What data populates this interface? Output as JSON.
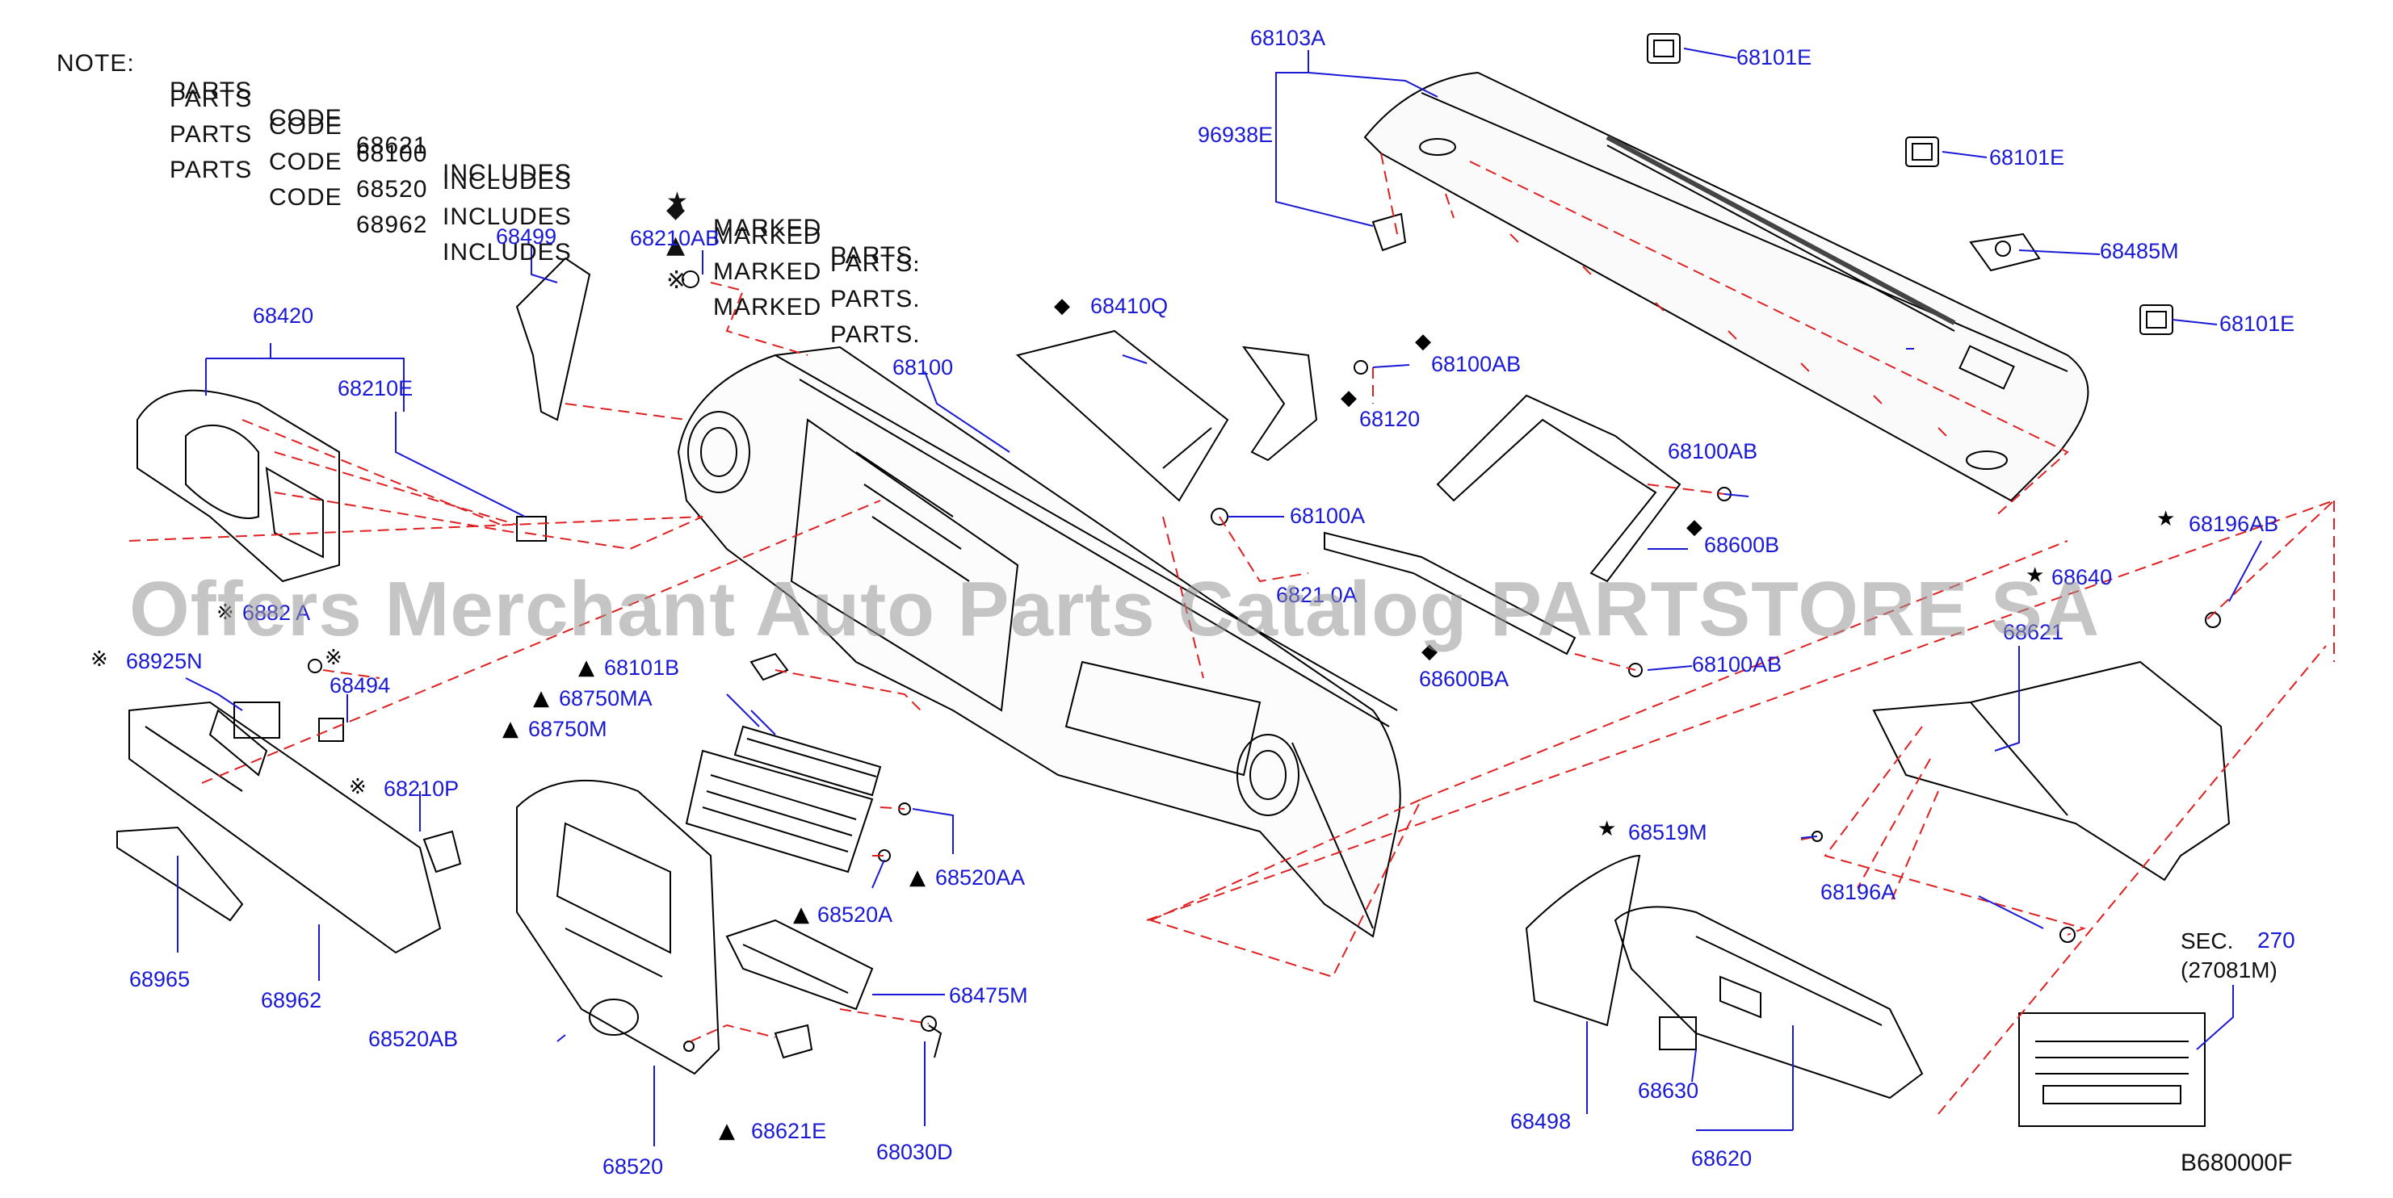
{
  "note": {
    "lead": "NOTE:",
    "rows": [
      {
        "prefix": "PARTS",
        "word": "CODE",
        "code": "68621",
        "verb": "INCLUDES",
        "symbol": "★",
        "suffix": "MARKED",
        "end": "PARTS."
      },
      {
        "prefix": "PARTS",
        "word": "CODE",
        "code": "68100",
        "verb": "INCLUDES",
        "symbol": "◆",
        "suffix": "MARKED",
        "end": "PARTS."
      },
      {
        "prefix": "PARTS",
        "word": "CODE",
        "code": "68520",
        "verb": "INCLUDES",
        "symbol": "▲",
        "suffix": "MARKED",
        "end": "PARTS."
      },
      {
        "prefix": "PARTS",
        "word": "CODE",
        "code": "68962",
        "verb": "INCLUDES",
        "symbol": "※",
        "suffix": "MARKED",
        "end": "PARTS."
      }
    ]
  },
  "watermark": "Offers Merchant Auto Parts Catalog PARTSTORE SA",
  "symbols": {
    "star": "★",
    "diamond": "◆",
    "triangle": "▲",
    "kome": "※"
  },
  "colors": {
    "label": "#1a1ad6",
    "line": "#000000",
    "leader": "#e02020"
  },
  "labels": {
    "p68103A": "68103A",
    "p96938E": "96938E",
    "p68101E_1": "68101E",
    "p68101E_2": "68101E",
    "p68101E_3": "68101E",
    "p68485M": "68485M",
    "p68499": "68499",
    "p68210AB": "68210AB",
    "p68410Q": "68410Q",
    "p68100": "68100",
    "p68100AB_1": "68100AB",
    "p68120": "68120",
    "p68420": "68420",
    "p68210E": "68210E",
    "p68100AB_2": "68100AB",
    "p68100A": "68100A",
    "p68600B": "68600B",
    "p68196AB": "68196AB",
    "p68640": "68640",
    "p68621": "68621",
    "p6821A": "6882 A",
    "p68925N": "68925N",
    "p68494": "68494",
    "p68101B": "68101B",
    "p68750MA": "68750MA",
    "p68750M": "68750M",
    "p68210P": "68210P",
    "p68210A": "6821 0A",
    "p68600BA": "68600BA",
    "p68100AB_3": "68100AB",
    "p68519M": "68519M",
    "p68196A": "68196A",
    "p68520AA": "68520AA",
    "p68520A": "68520A",
    "p68965": "68965",
    "p68962": "68962",
    "p68475M": "68475M",
    "p68520AB": "68520AB",
    "p68621E": "68621E",
    "p68030D": "68030D",
    "p68520": "68520",
    "p68498": "68498",
    "p68630": "68630",
    "p68620": "68620"
  },
  "sec": {
    "prefix": "SEC.",
    "number": "270",
    "sub": "(27081M)"
  },
  "diagram_code": "B680000F"
}
